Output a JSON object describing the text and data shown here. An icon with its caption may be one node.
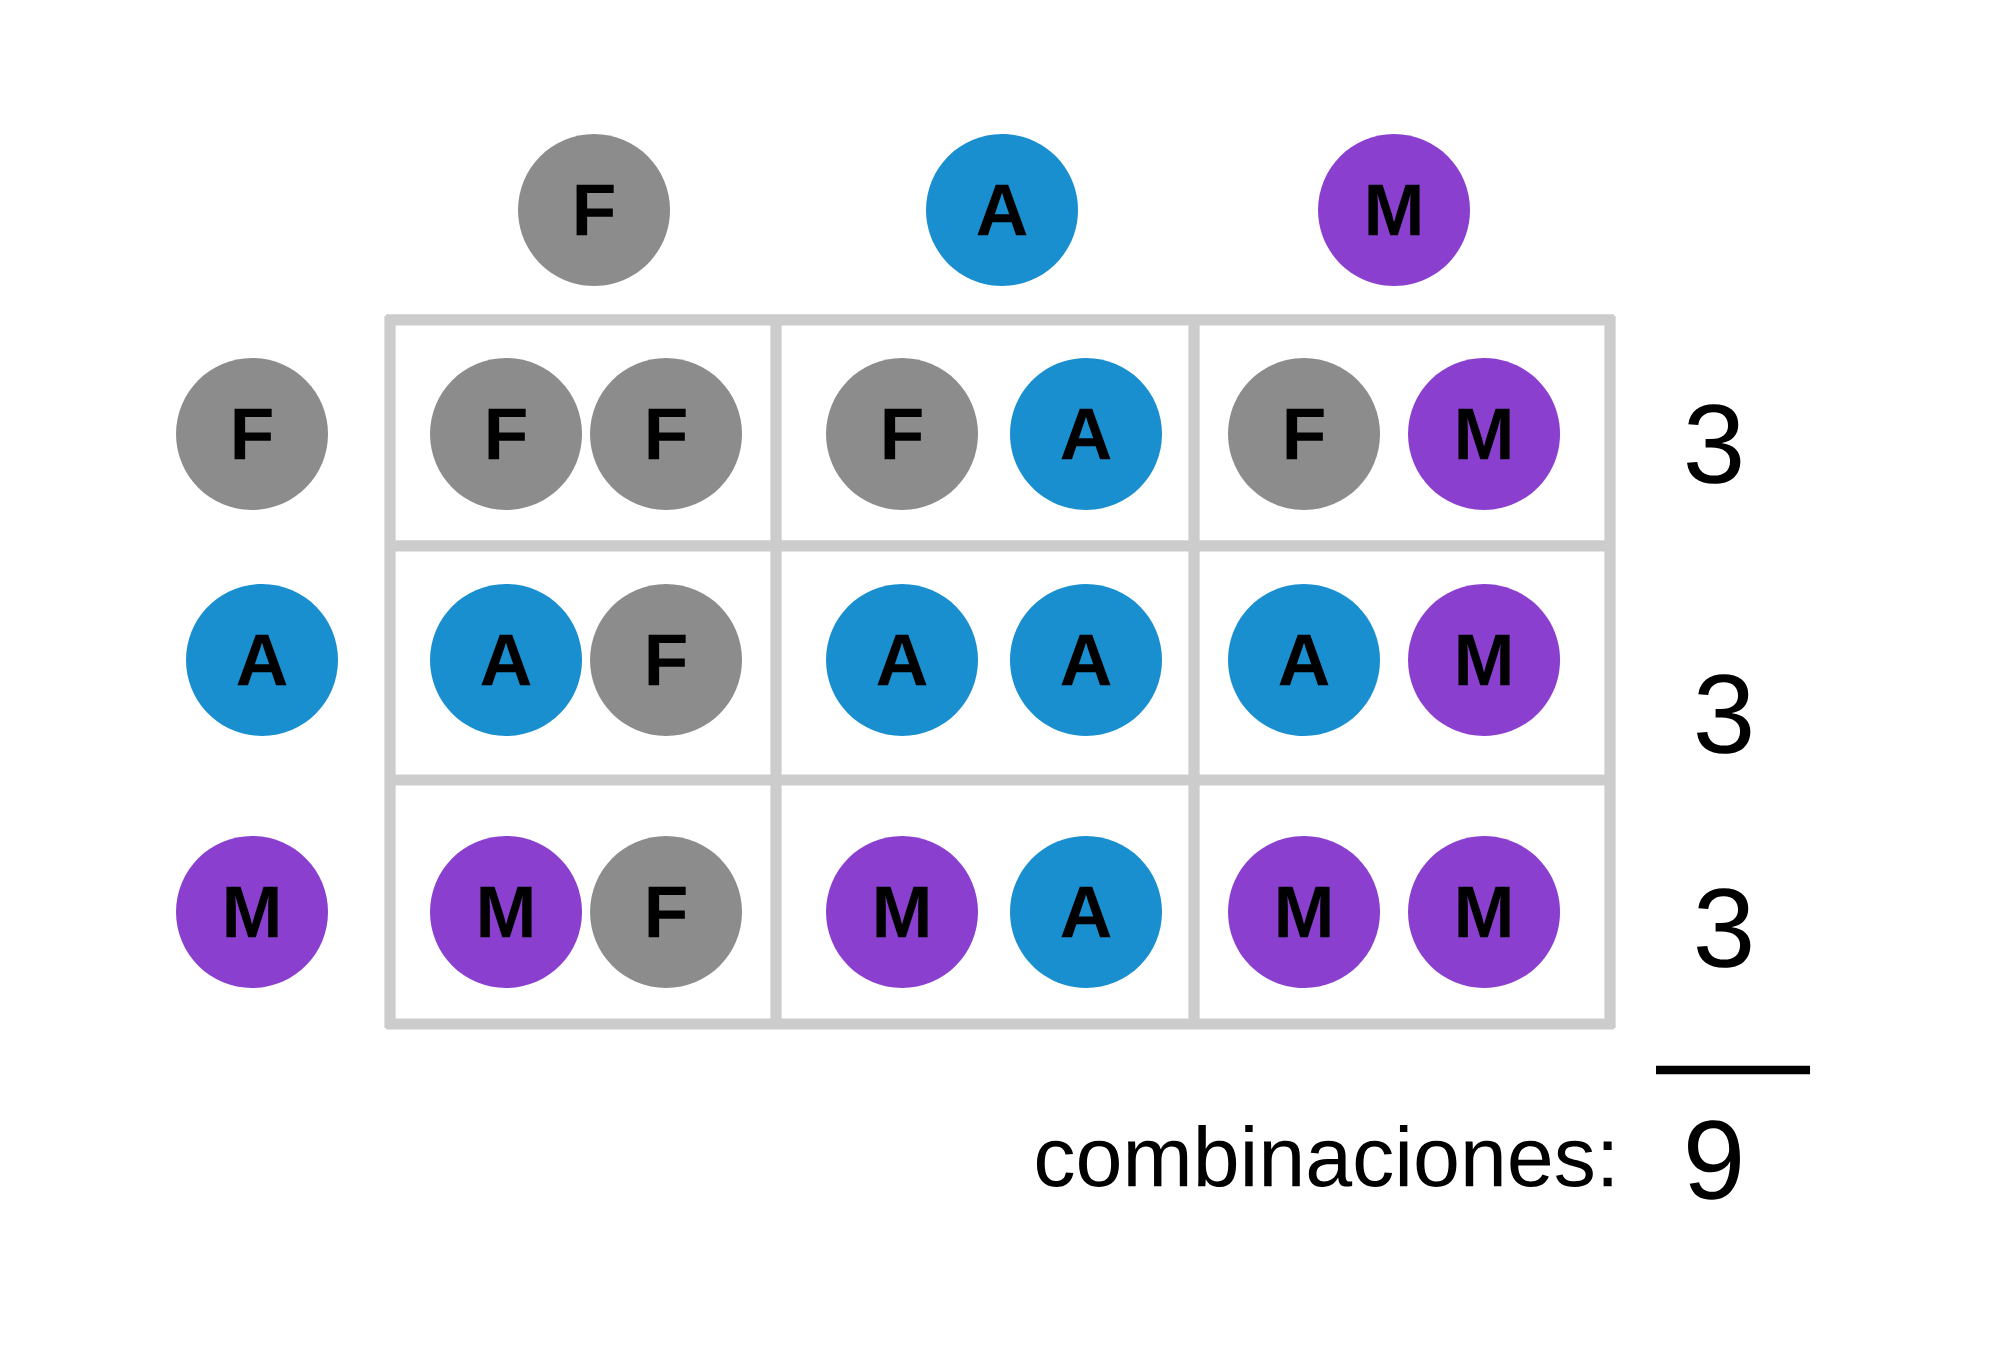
{
  "diagram": {
    "nodes": [
      {
        "text": [
          "F"
        ]
      },
      {
        "text": [
          "A"
        ]
      },
      {
        "text": [
          "M"
        ]
      },
      {
        "text": [
          "F"
        ]
      },
      {
        "text": [
          "F"
        ]
      },
      {
        "text": [
          "F"
        ]
      },
      {
        "text": [
          "F"
        ]
      },
      {
        "text": [
          "A"
        ]
      },
      {
        "text": [
          "F"
        ]
      },
      {
        "text": [
          "M"
        ]
      },
      {
        "text": [
          "A"
        ]
      },
      {
        "text": [
          "A"
        ]
      },
      {
        "text": [
          "F"
        ]
      },
      {
        "text": [
          "A"
        ]
      },
      {
        "text": [
          "A"
        ]
      },
      {
        "text": [
          "A"
        ]
      },
      {
        "text": [
          "M"
        ]
      },
      {
        "text": [
          "M"
        ]
      },
      {
        "text": [
          "M"
        ]
      },
      {
        "text": [
          "F"
        ]
      },
      {
        "text": [
          "M"
        ]
      },
      {
        "text": [
          "A"
        ]
      },
      {
        "text": [
          "M"
        ]
      },
      {
        "text": [
          "M"
        ]
      }
    ],
    "labels": [
      "3",
      "3",
      "3",
      "combinaciones:",
      "9"
    ]
  }
}
